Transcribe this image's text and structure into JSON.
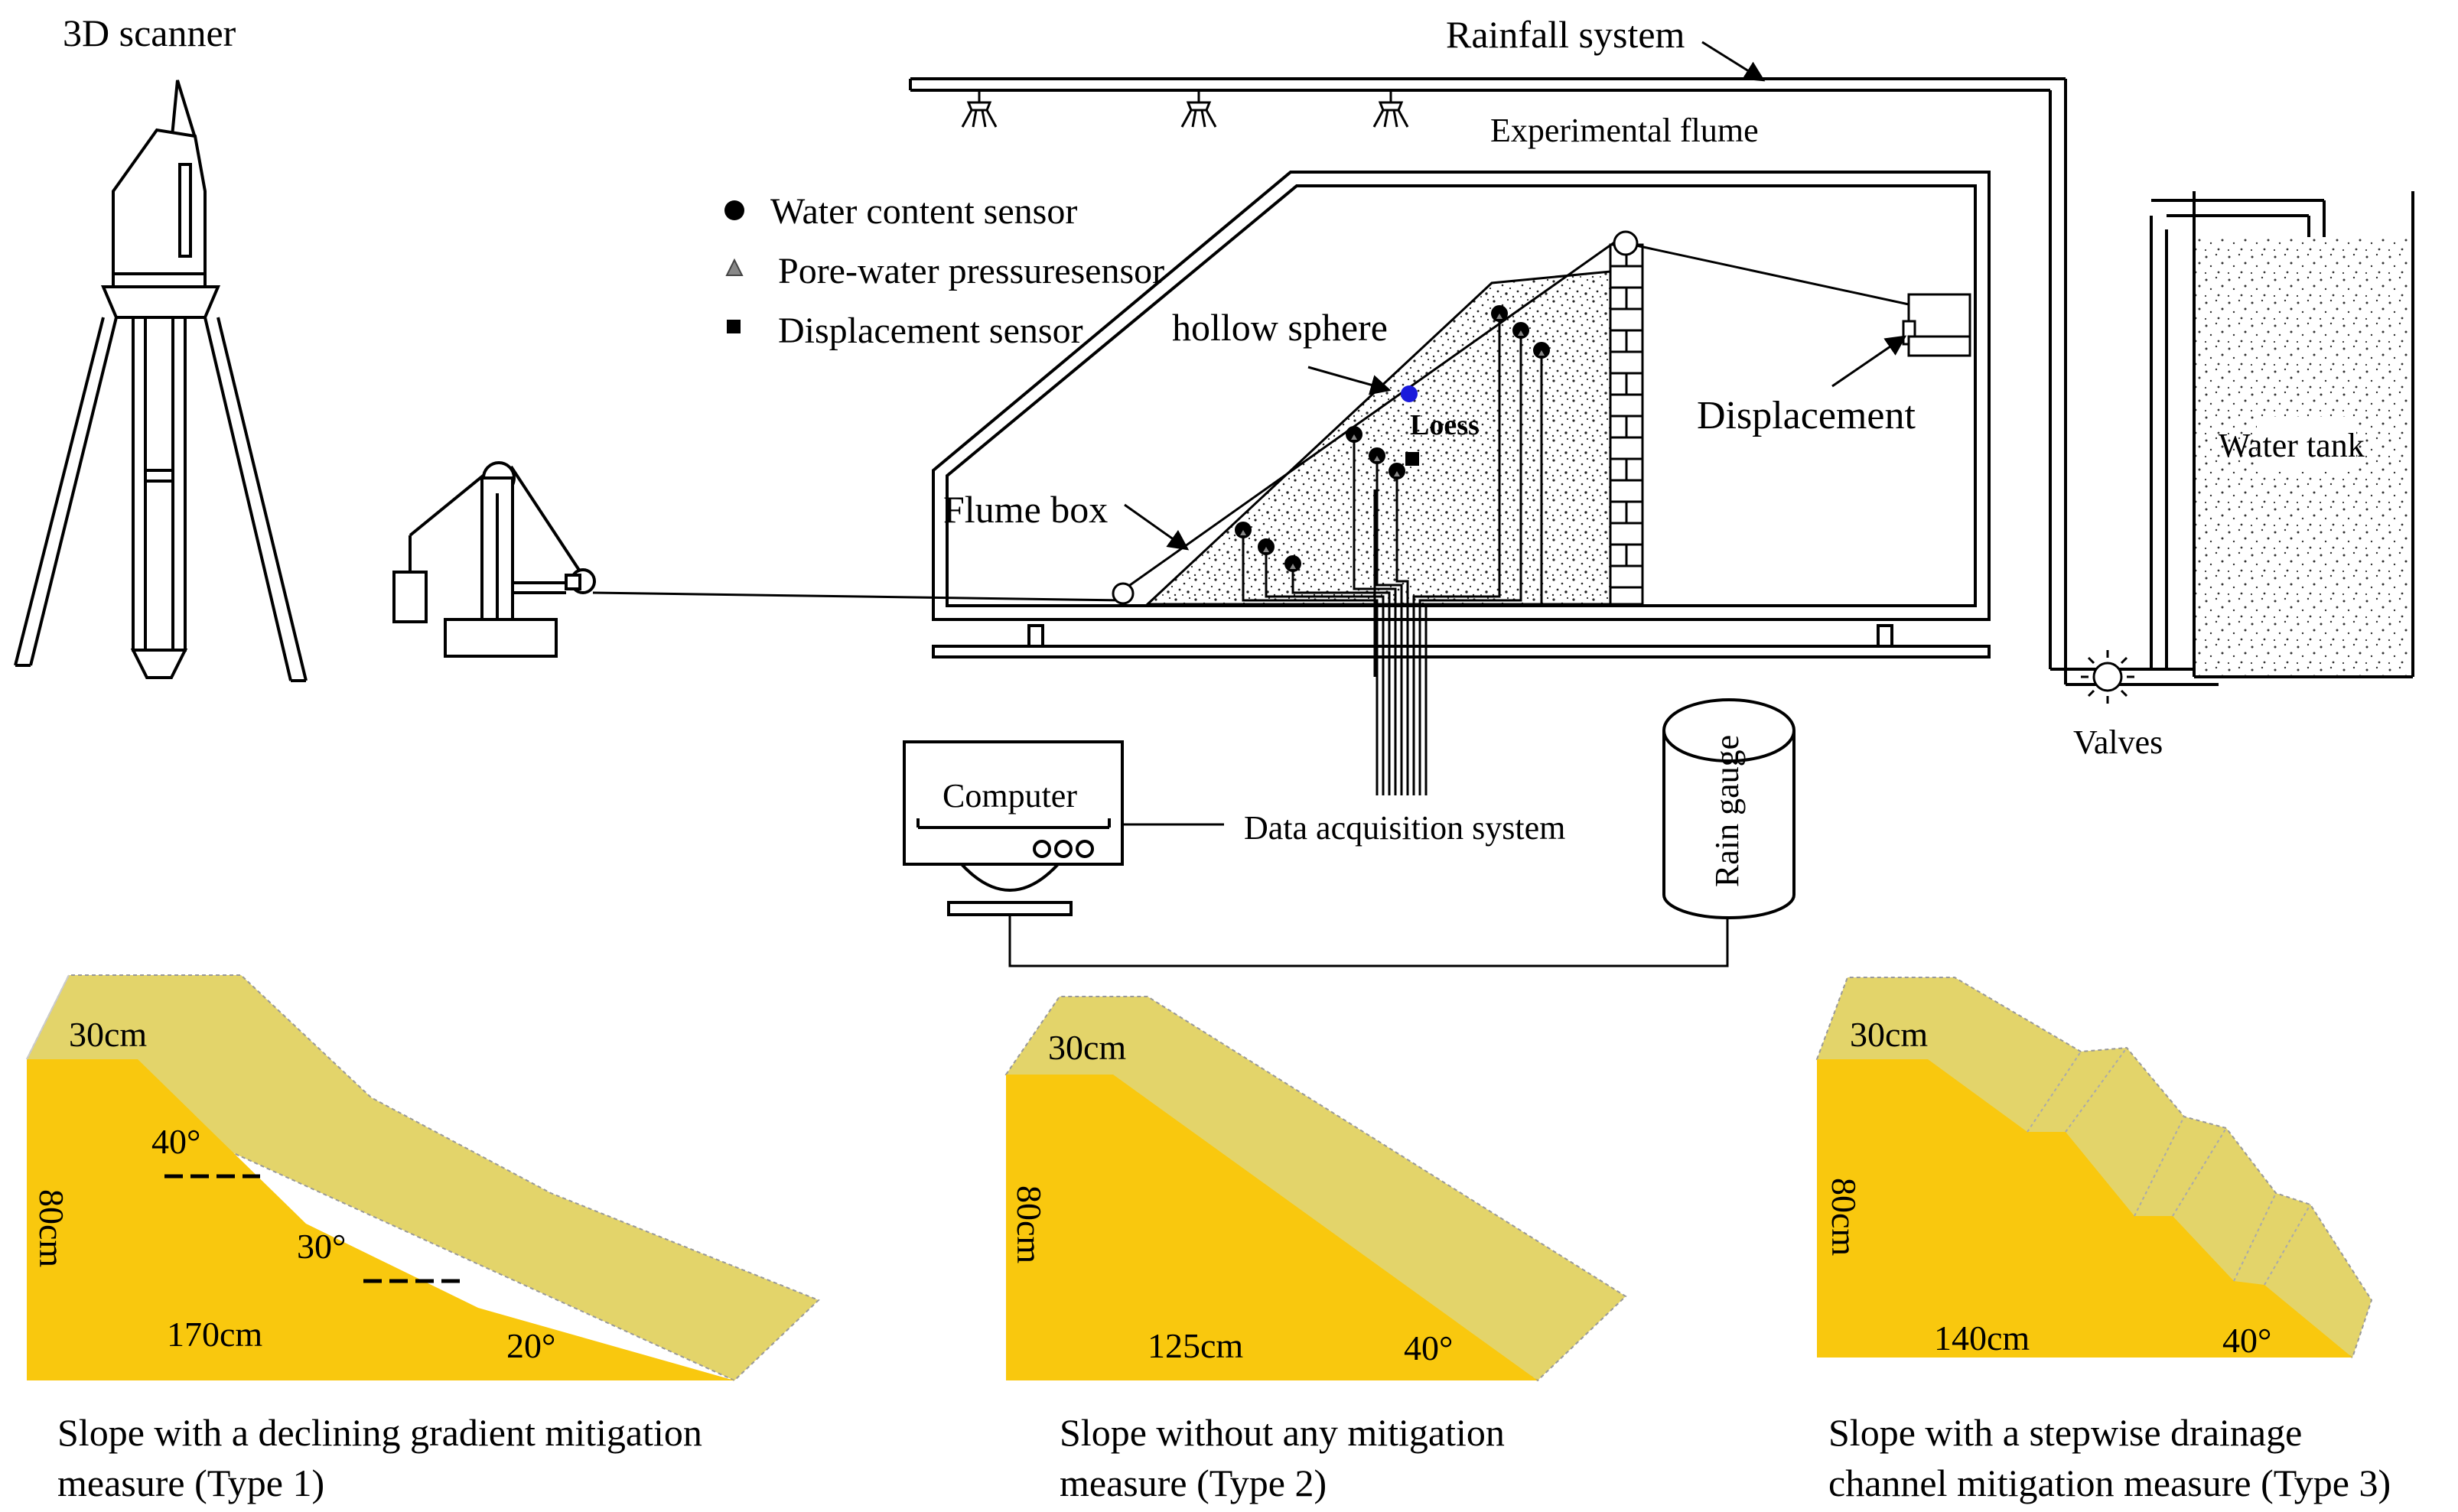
{
  "labels": {
    "scanner": "3D scanner",
    "rainfall": "Rainfall system",
    "flume": "Experimental flume",
    "legend_water": "Water content sensor",
    "legend_pore": "Pore-water pressuresensor",
    "legend_disp": "Displacement sensor",
    "hollow": "hollow sphere",
    "loess": "Loess",
    "flumebox": "Flume box",
    "displacement": "Displacement",
    "tank": "Water tank",
    "valves": "Valves",
    "computer": "Computer",
    "daq": "Data acquisition system",
    "raingauge": "Rain gauge"
  },
  "slopes": [
    {
      "top": "30cm",
      "height": "80cm",
      "base": "170cm",
      "angles": [
        "40°",
        "30°",
        "20°"
      ],
      "caption_line1": "Slope with a declining gradient mitigation",
      "caption_line2": "measure (Type 1)"
    },
    {
      "top": "30cm",
      "height": "80cm",
      "base": "125cm",
      "angles": [
        "40°"
      ],
      "caption_line1": "Slope without any mitigation",
      "caption_line2": "measure (Type 2)"
    },
    {
      "top": "30cm",
      "height": "80cm",
      "base": "140cm",
      "angles": [
        "40°"
      ],
      "caption_line1": "Slope with a stepwise drainage",
      "caption_line2": "channel mitigation measure (Type 3)"
    }
  ],
  "colors": {
    "slope_front": "#f9c80e",
    "slope_surface": "#e3d46a",
    "hollow_sphere": "#1a1adb",
    "line": "#000000"
  }
}
